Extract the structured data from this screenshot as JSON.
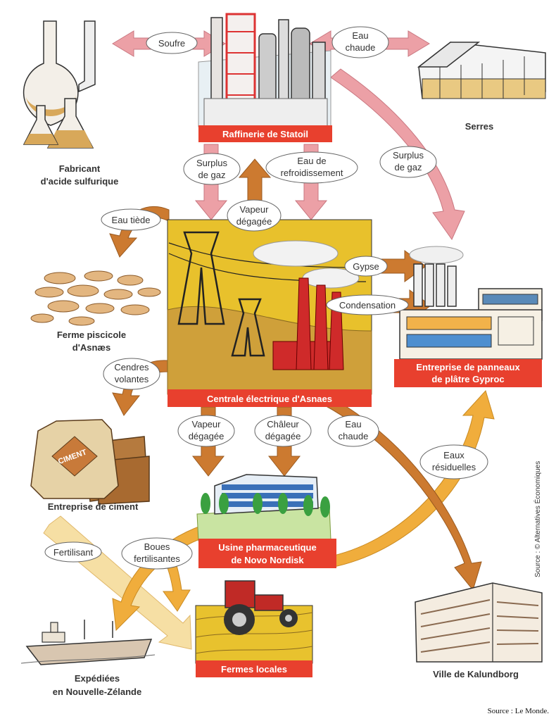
{
  "nodes": {
    "refinery": "Raffinerie de Statoil",
    "acid_line1": "Fabricant",
    "acid_line2": "d'acide sulfurique",
    "greenhouse": "Serres",
    "fish_line1": "Ferme piscicole",
    "fish_line2": "d'Asnæs",
    "power": "Centrale électrique d'Asnaes",
    "gyproc_line1": "Entreprise de panneaux",
    "gyproc_line2": "de plâtre Gyproc",
    "cement": "Entreprise de ciment",
    "pharma_line1": "Usine pharmaceutique",
    "pharma_line2": "de Novo Nordisk",
    "nz_line1": "Expédiées",
    "nz_line2": "en Nouvelle-Zélande",
    "farms": "Fermes locales",
    "city": "Ville de Kalundborg",
    "cement_bag": "CIMENT"
  },
  "flows": {
    "soufre": "Soufre",
    "eau_chaude_1a": "Eau",
    "eau_chaude_1b": "chaude",
    "surplus_gaz_1a": "Surplus",
    "surplus_gaz_1b": "de gaz",
    "refroid_a": "Eau de",
    "refroid_b": "refroidissement",
    "surplus_gaz_2a": "Surplus",
    "surplus_gaz_2b": "de gaz",
    "eau_tiede": "Eau tiède",
    "vapeur_1a": "Vapeur",
    "vapeur_1b": "dégagée",
    "gypse": "Gypse",
    "condensation": "Condensation",
    "cendres_a": "Cendres",
    "cendres_b": "volantes",
    "vapeur_2a": "Vapeur",
    "vapeur_2b": "dégagée",
    "chaleur_a": "Châleur",
    "chaleur_b": "dégagée",
    "eau_chaude_2a": "Eau",
    "eau_chaude_2b": "chaude",
    "eaux_res_a": "Eaux",
    "eaux_res_b": "résiduelles",
    "fertilisant": "Fertilisant",
    "boues_a": "Boues",
    "boues_b": "fertilisantes"
  },
  "credits": {
    "side": "Source : © Alternatives Économiques",
    "bottom": "Source : Le Monde."
  },
  "colors": {
    "pink": "#eca0a6",
    "orange": "#cc7a30",
    "amber": "#f0ad3c",
    "cream": "#f6dfa4",
    "label_red": "#e8402e",
    "yellow_bg": "#e8c12c"
  }
}
